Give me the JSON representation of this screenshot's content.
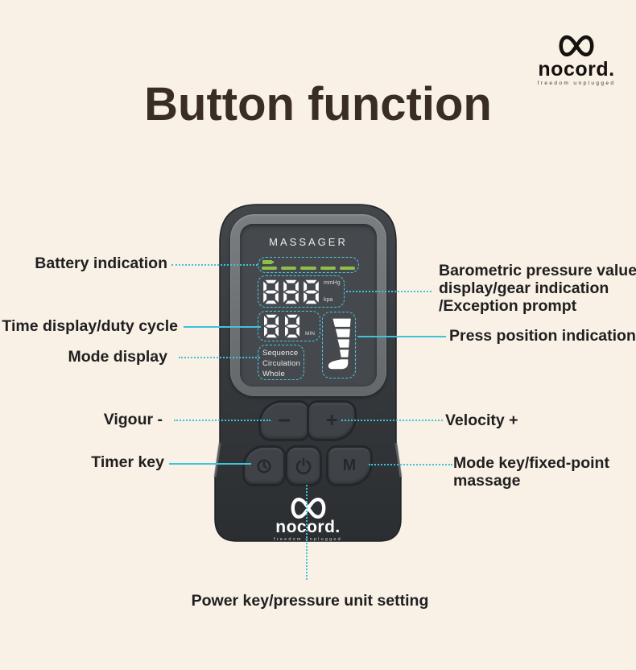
{
  "page": {
    "title": "Button function",
    "background": "#f9f0e6",
    "accent": "#3fc3d9"
  },
  "brand": {
    "name": "nocord.",
    "tagline": "freedom unplugged"
  },
  "device": {
    "screen_title": "MASSAGER",
    "display": {
      "battery_bars": 5,
      "pressure_value": "888",
      "pressure_unit_top": "mmHg",
      "pressure_unit_bottom": "kpa",
      "time_value": "88",
      "time_unit": "MIN",
      "modes": [
        "Sequence",
        "Circulation",
        "Whole"
      ]
    },
    "buttons": {
      "minus_label": "−",
      "plus_label": "+",
      "mode_label": "M"
    },
    "logo": {
      "name": "nocord.",
      "tagline": "freedom unplugged"
    }
  },
  "callouts": {
    "battery": "Battery indication",
    "time": "Time display/duty cycle",
    "mode_display": "Mode display",
    "vigour": "Vigour -",
    "timer": "Timer key",
    "barometric_lines": [
      "Barometric pressure value",
      "display/gear indication",
      "/Exception prompt"
    ],
    "press_position": "Press position indication",
    "velocity": "Velocity +",
    "mode_key_lines": [
      "Mode key/fixed-point",
      "massage"
    ],
    "power": "Power key/pressure unit setting"
  },
  "colors": {
    "battery_green": "#8dc04b",
    "device_body": "#35383b",
    "screen": "#45494d",
    "title_brown": "#3a2d23"
  }
}
